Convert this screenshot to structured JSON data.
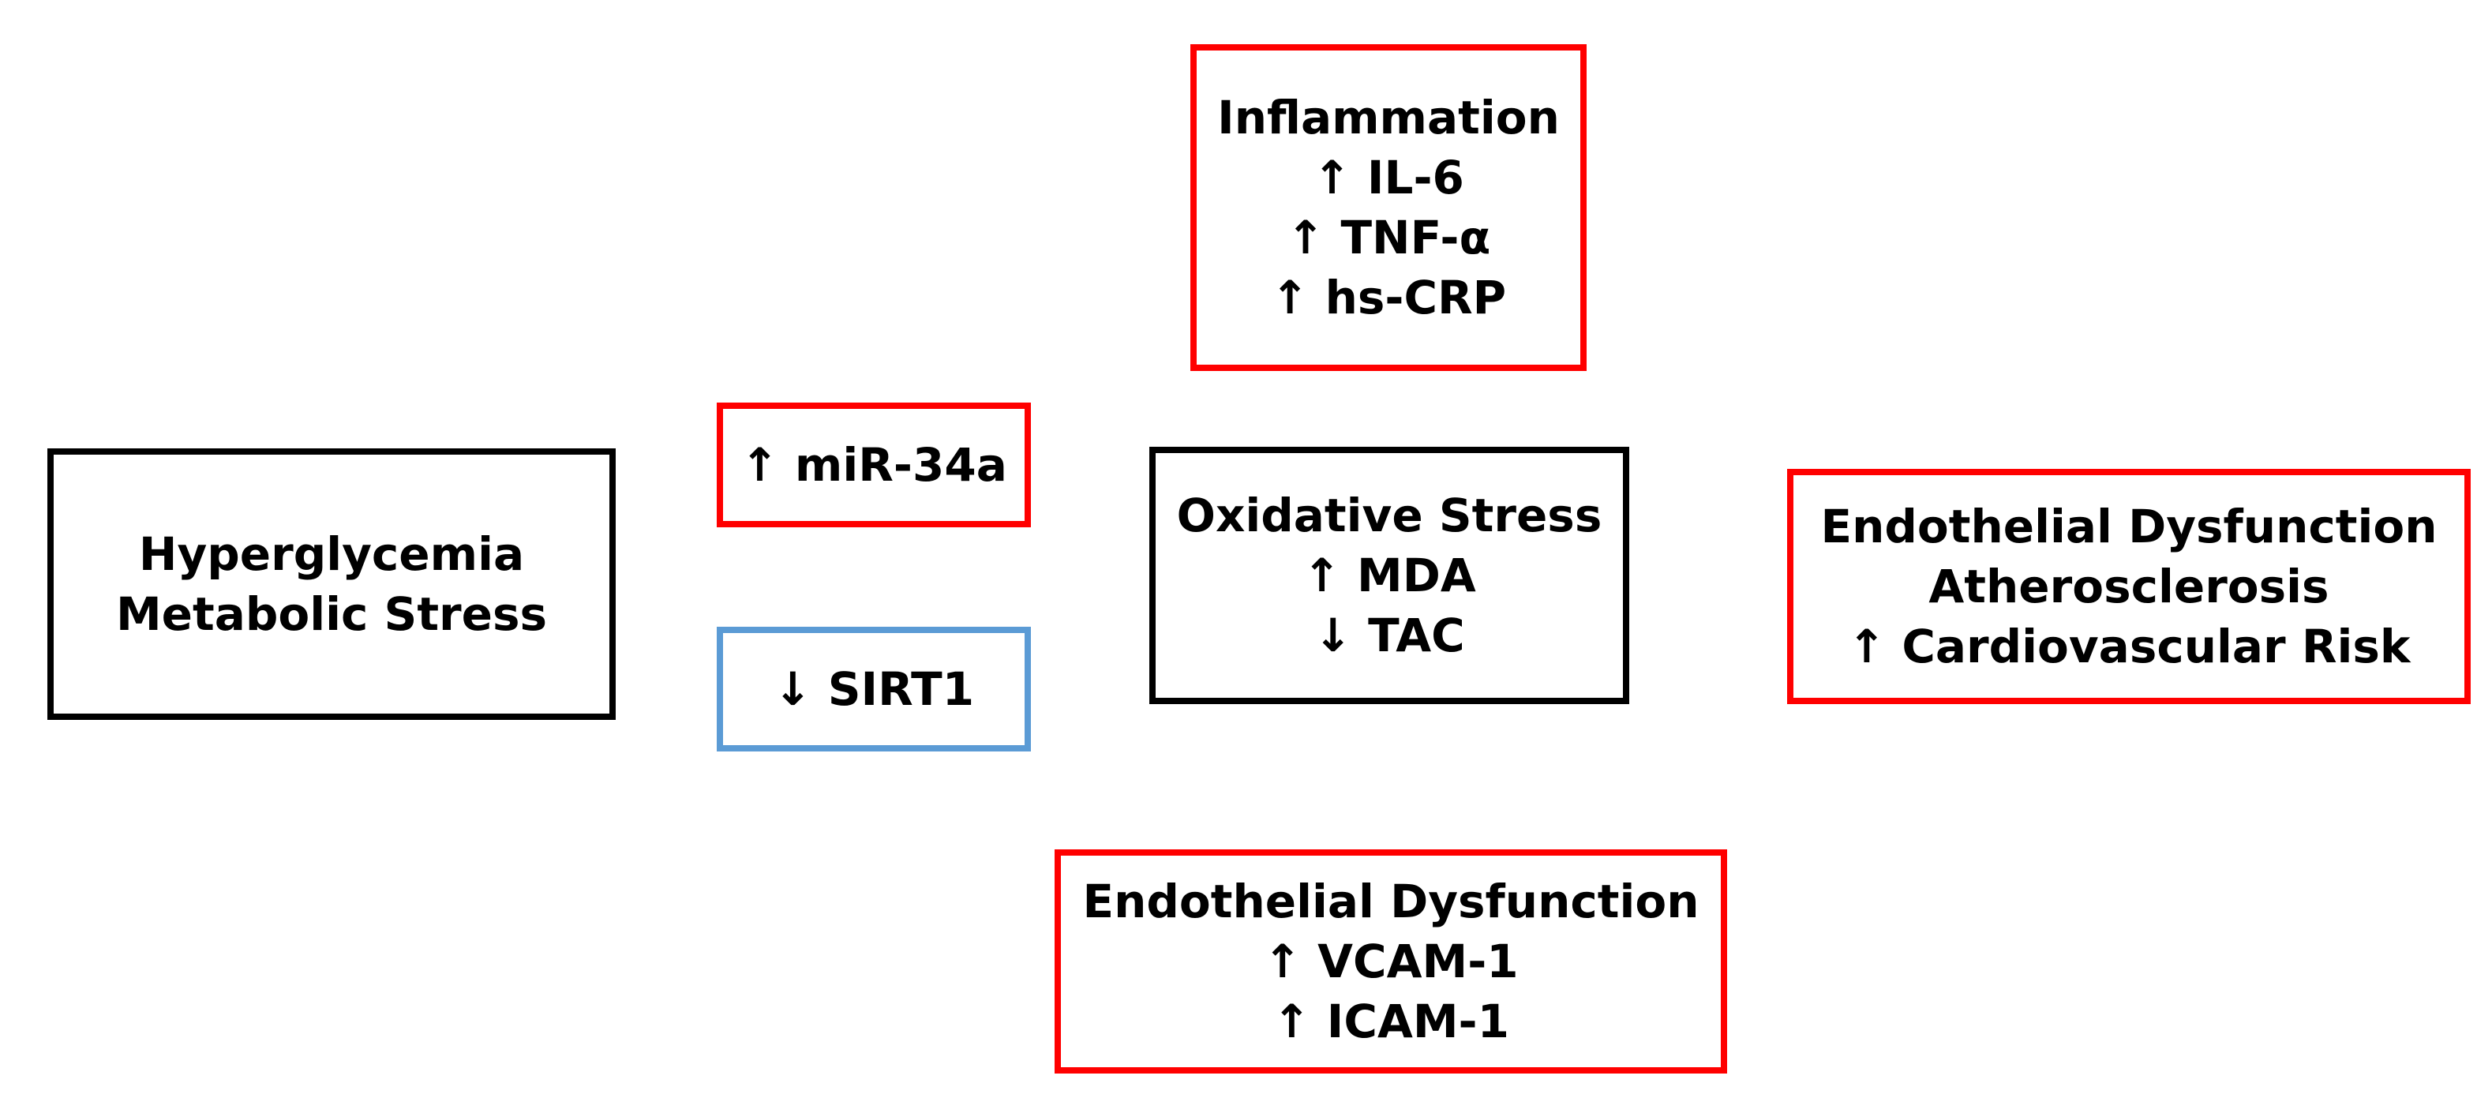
{
  "colors": {
    "black_border": "#000000",
    "red_border": "#ff0000",
    "blue_border": "#5b9bd5",
    "text": "#000000",
    "background": "#ffffff"
  },
  "nodes": {
    "hyperglycemia": {
      "border_color": "#000000",
      "lines": [
        "Hyperglycemia",
        "Metabolic Stress"
      ]
    },
    "mir34a": {
      "border_color": "#ff0000",
      "lines": [
        "↑ miR-34a"
      ]
    },
    "sirt1": {
      "border_color": "#5b9bd5",
      "lines": [
        "↓ SIRT1"
      ]
    },
    "inflammation": {
      "border_color": "#ff0000",
      "lines": [
        "Inflammation",
        "↑ IL-6",
        "↑ TNF-α",
        "↑ hs-CRP"
      ]
    },
    "oxidative": {
      "border_color": "#000000",
      "lines": [
        "Oxidative Stress",
        "↑ MDA",
        "↓ TAC"
      ]
    },
    "endothelial_markers": {
      "border_color": "#ff0000",
      "lines": [
        "Endothelial Dysfunction",
        "↑ VCAM-1",
        "↑ ICAM-1"
      ]
    },
    "outcome": {
      "border_color": "#ff0000",
      "lines": [
        "Endothelial Dysfunction",
        "Atherosclerosis",
        "↑ Cardiovascular Risk"
      ]
    }
  }
}
